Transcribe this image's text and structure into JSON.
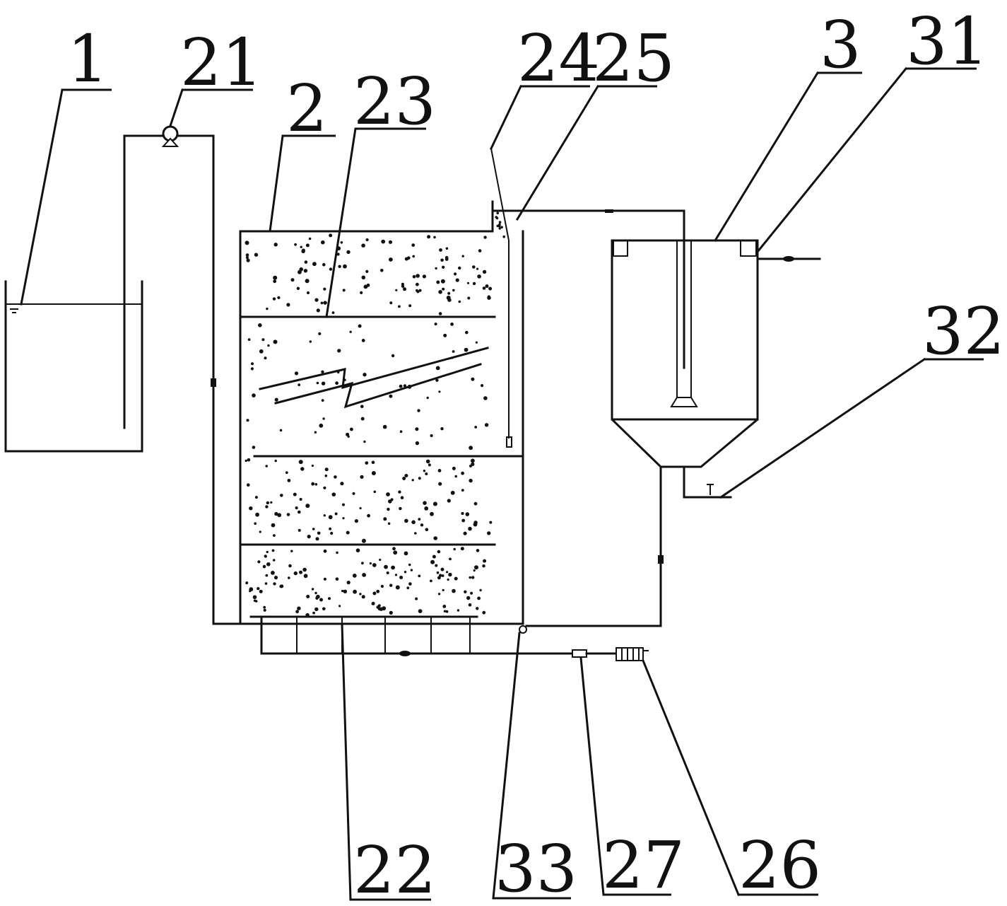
{
  "labels": {
    "l1": "1",
    "l21": "21",
    "l2": "2",
    "l23": "23",
    "l24": "24",
    "l25": "25",
    "l3": "3",
    "l31": "31",
    "l32": "32",
    "l22": "22",
    "l33": "33",
    "l27": "27",
    "l26": "26"
  }
}
